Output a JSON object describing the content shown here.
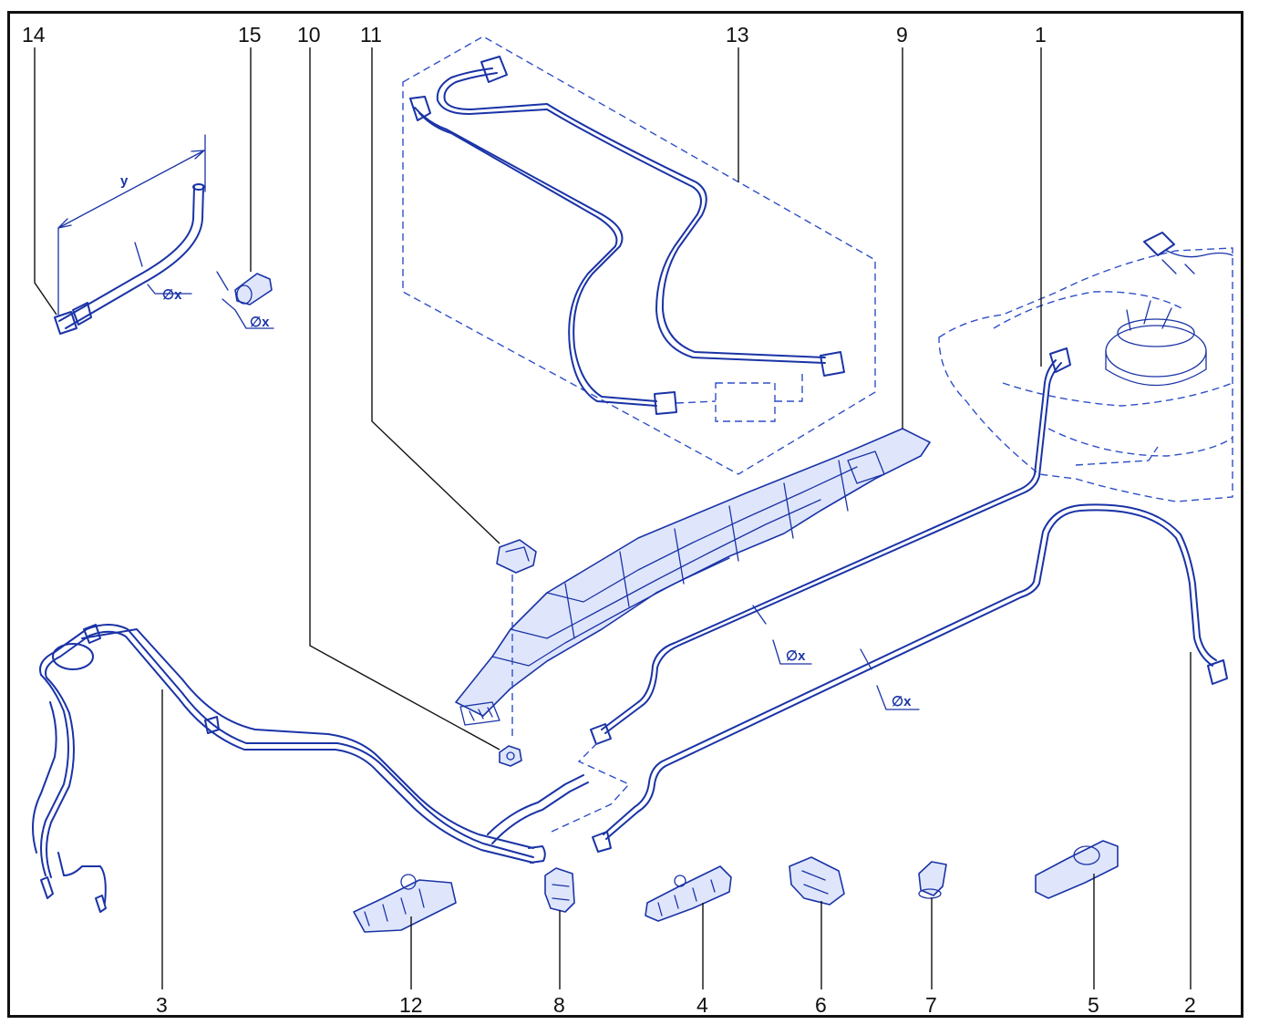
{
  "callouts": {
    "c1": "1",
    "c2": "2",
    "c3": "3",
    "c4": "4",
    "c5": "5",
    "c6": "6",
    "c7": "7",
    "c8": "8",
    "c9": "9",
    "c10": "10",
    "c11": "11",
    "c12": "12",
    "c13": "13",
    "c14": "14",
    "c15": "15"
  },
  "dimensions": {
    "length_label": "y",
    "diameter_label": "∅x"
  },
  "colors": {
    "line_art": "#1a33a6",
    "dashed_outline": "#2f4fc8",
    "callout_text": "#111111",
    "frame": "#111111"
  }
}
